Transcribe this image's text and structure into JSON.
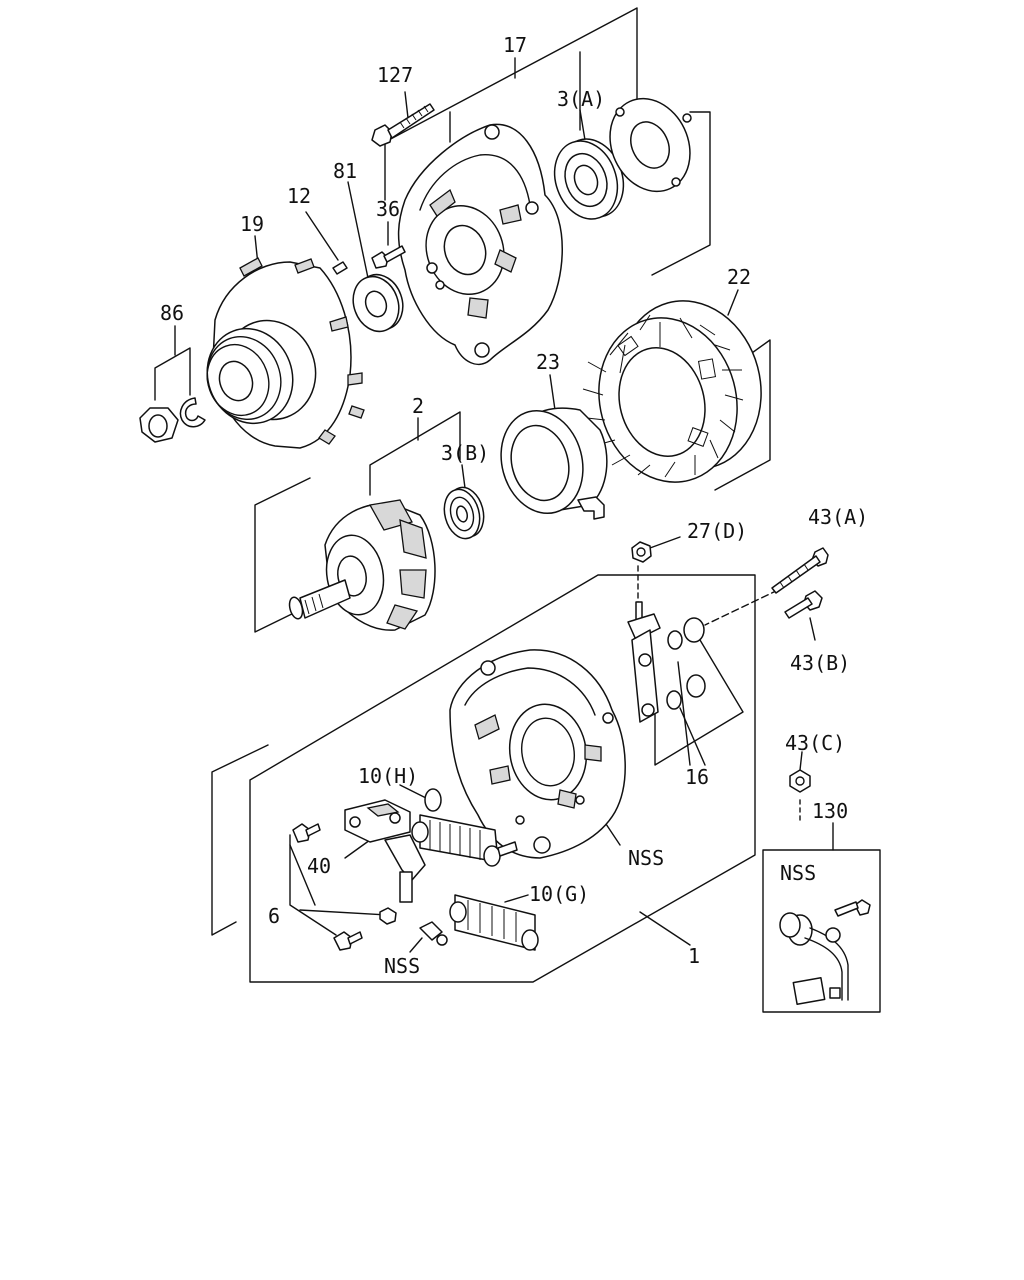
{
  "labels": {
    "l17": "17",
    "l127": "127",
    "l3a": "3(A)",
    "l81": "81",
    "l12": "12",
    "l36": "36",
    "l19": "19",
    "l86": "86",
    "l22": "22",
    "l23": "23",
    "l2": "2",
    "l3b": "3(B)",
    "l27d": "27(D)",
    "l43a": "43(A)",
    "l43b": "43(B)",
    "l43c": "43(C)",
    "l10h": "10(H)",
    "l16": "16",
    "l130": "130",
    "l40": "40",
    "l6": "6",
    "l10g": "10(G)",
    "lnss_a": "NSS",
    "lnss_b": "NSS",
    "lnss_c": "NSS",
    "l1": "1"
  }
}
